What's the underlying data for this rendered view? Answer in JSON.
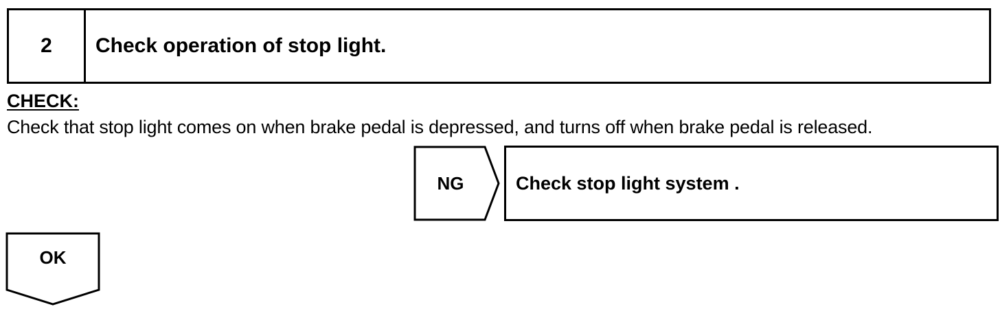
{
  "step": {
    "number": "2",
    "title": "Check operation of stop light."
  },
  "check": {
    "heading": "CHECK:",
    "text": "Check that stop light comes on when brake pedal is depressed, and turns off when brake pedal is released."
  },
  "ng_branch": {
    "label": "NG",
    "action": "Check stop light system ."
  },
  "ok_branch": {
    "label": "OK"
  }
}
